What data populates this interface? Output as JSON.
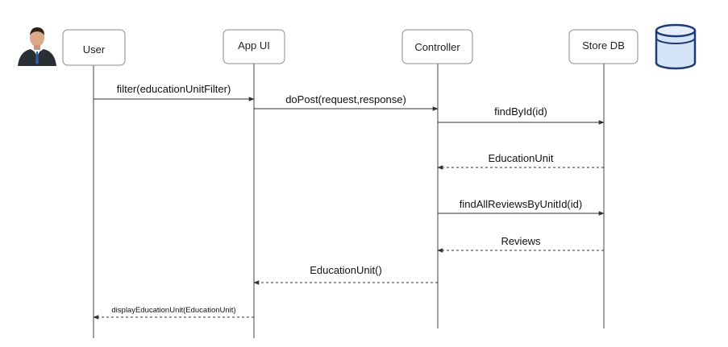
{
  "participants": [
    {
      "id": "user",
      "label": "User"
    },
    {
      "id": "app-ui",
      "label": "App UI"
    },
    {
      "id": "controller",
      "label": "Controller"
    },
    {
      "id": "store-db",
      "label": "Store DB"
    }
  ],
  "icons": {
    "user": "person-in-suit-icon",
    "store_db": "database-cylinder-icon"
  },
  "messages": [
    {
      "from": "user",
      "to": "app-ui",
      "label": "filter(educationUnitFilter)",
      "kind": "call"
    },
    {
      "from": "app-ui",
      "to": "controller",
      "label": "doPost(request,response)",
      "kind": "call"
    },
    {
      "from": "controller",
      "to": "store-db",
      "label": "findById(id)",
      "kind": "call"
    },
    {
      "from": "store-db",
      "to": "controller",
      "label": "EducationUnit",
      "kind": "return"
    },
    {
      "from": "controller",
      "to": "store-db",
      "label": "findAllReviewsByUnitId(id)",
      "kind": "call"
    },
    {
      "from": "store-db",
      "to": "controller",
      "label": "Reviews",
      "kind": "return"
    },
    {
      "from": "controller",
      "to": "app-ui",
      "label": "EducationUnit()",
      "kind": "return"
    },
    {
      "from": "app-ui",
      "to": "user",
      "label": "displayEducationUnit(EducationUnit)",
      "kind": "return"
    }
  ],
  "colors": {
    "database_fill": "#d6e4f7",
    "database_stroke": "#1f3b73",
    "user_suit": "#2a2f35",
    "user_tie": "#2d5fa8"
  }
}
